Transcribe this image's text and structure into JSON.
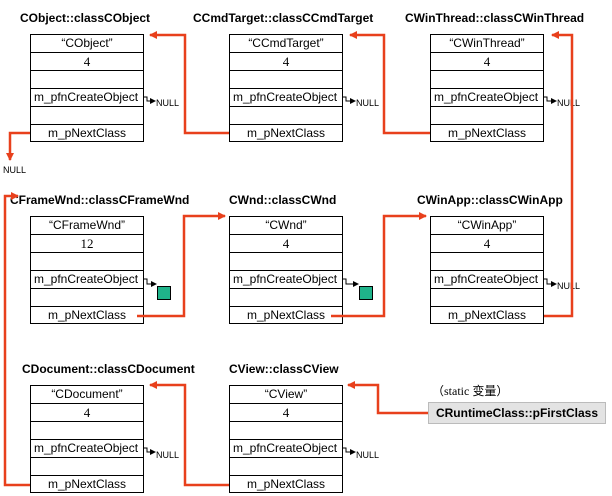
{
  "classes": [
    {
      "id": "cobject",
      "title": "CObject::classCObject",
      "name": "“CObject”",
      "size": "4",
      "pfn": "m_pfnCreateObject",
      "next": "m_pNextClass",
      "pfn_target": "NULL"
    },
    {
      "id": "ccmdtarget",
      "title": "CCmdTarget::classCCmdTarget",
      "name": "“CCmdTarget”",
      "size": "4",
      "pfn": "m_pfnCreateObject",
      "next": "m_pNextClass",
      "pfn_target": "NULL"
    },
    {
      "id": "cwinthread",
      "title": "CWinThread::classCWinThread",
      "name": "“CWinThread”",
      "size": "4",
      "pfn": "m_pfnCreateObject",
      "next": "m_pNextClass",
      "pfn_target": "NULL"
    },
    {
      "id": "cframewnd",
      "title": "CFrameWnd::classCFrameWnd",
      "name": "“CFrameWnd”",
      "size": "12",
      "pfn": "m_pfnCreateObject",
      "next": "m_pNextClass",
      "pfn_target": ""
    },
    {
      "id": "cwnd",
      "title": "CWnd::classCWnd",
      "name": "“CWnd”",
      "size": "4",
      "pfn": "m_pfnCreateObject",
      "next": "m_pNextClass",
      "pfn_target": ""
    },
    {
      "id": "cwinapp",
      "title": "CWinApp::classCWinApp",
      "name": "“CWinApp”",
      "size": "4",
      "pfn": "m_pfnCreateObject",
      "next": "m_pNextClass",
      "pfn_target": "NULL"
    },
    {
      "id": "cdocument",
      "title": "CDocument::classCDocument",
      "name": "“CDocument”",
      "size": "4",
      "pfn": "m_pfnCreateObject",
      "next": "m_pNextClass",
      "pfn_target": "NULL"
    },
    {
      "id": "cview",
      "title": "CView::classCView",
      "name": "“CView”",
      "size": "4",
      "pfn": "m_pfnCreateObject",
      "next": "m_pNextClass",
      "pfn_target": "NULL"
    }
  ],
  "end_null": "NULL",
  "static_note": "（static 变量）",
  "first_class": "CRuntimeClass::pFirstClass",
  "colors": {
    "arrow": "#e8401c",
    "square": "#1fb38a",
    "label_bg": "#e3e3e3"
  }
}
